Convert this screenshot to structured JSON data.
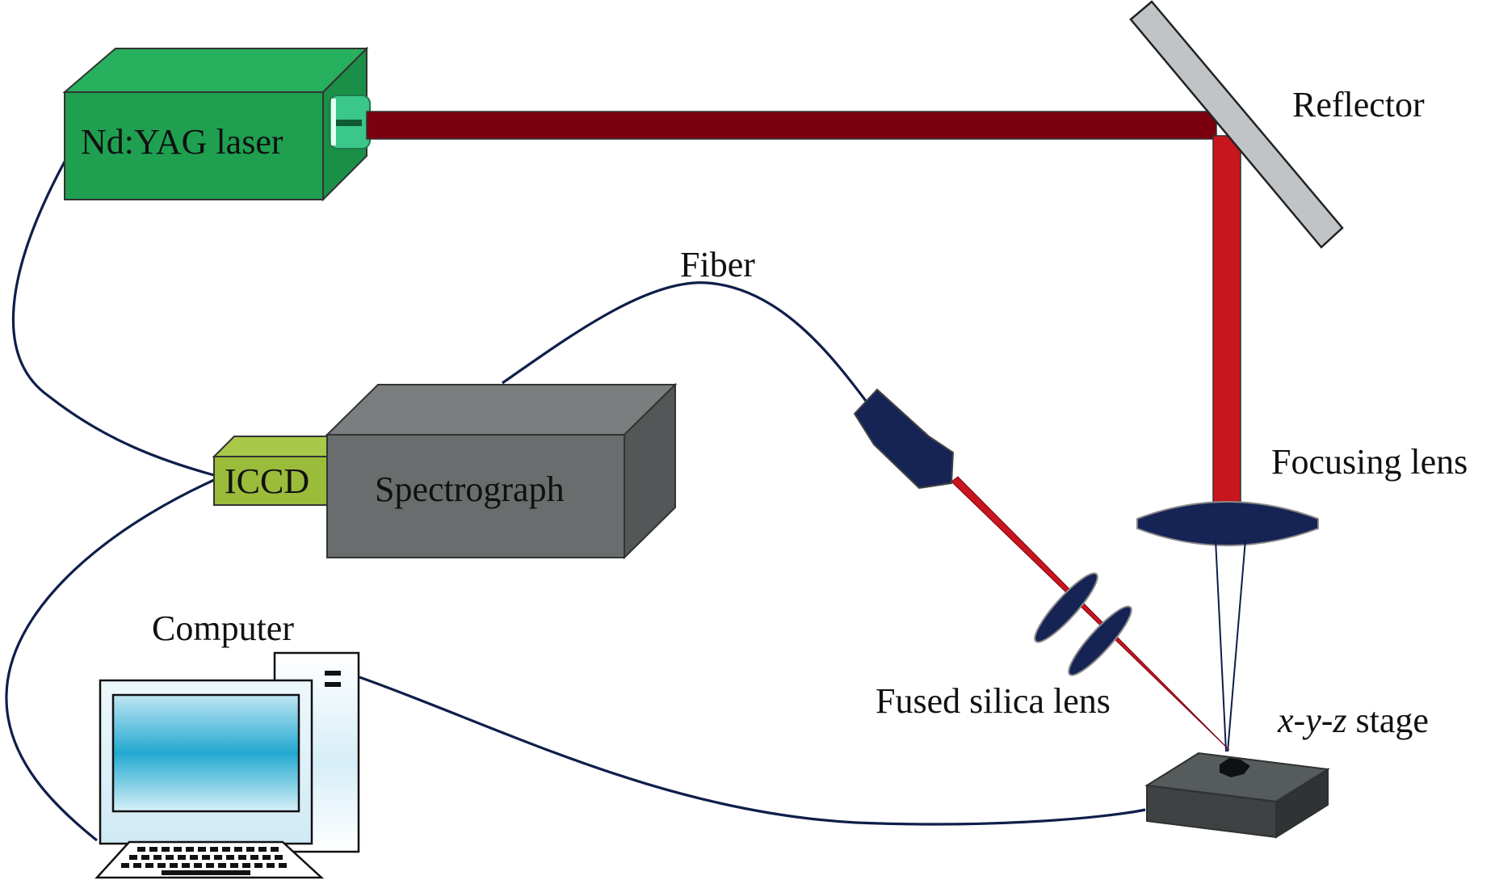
{
  "labels": {
    "laser": "Nd:YAG laser",
    "reflector": "Reflector",
    "fiber": "Fiber",
    "focusing_lens": "Focusing lens",
    "iccd": "ICCD",
    "spectrograph": "Spectrograph",
    "computer": "Computer",
    "fused_silica_lens": "Fused silica lens",
    "stage_x": "x",
    "stage_dash1": "-",
    "stage_y": "y",
    "stage_dash2": "-",
    "stage_z": "z",
    "stage_word": " stage"
  },
  "colors": {
    "laser_body": "#1fa050",
    "beam_dark": "#7a0010",
    "beam_red": "#c8161e",
    "reflector": "#c0c4c6",
    "spectrograph": "#6a6d6d",
    "iccd": "#9bbb3a",
    "lens": "#152355",
    "cable": "#0f1e4a",
    "stage": "#3e4242",
    "screen": "#2aaed2"
  },
  "icons": {
    "laser": "laser-box-icon",
    "reflector": "mirror-icon",
    "spectrograph": "spectrograph-box-icon",
    "computer": "computer-icon",
    "stage": "stage-icon"
  }
}
